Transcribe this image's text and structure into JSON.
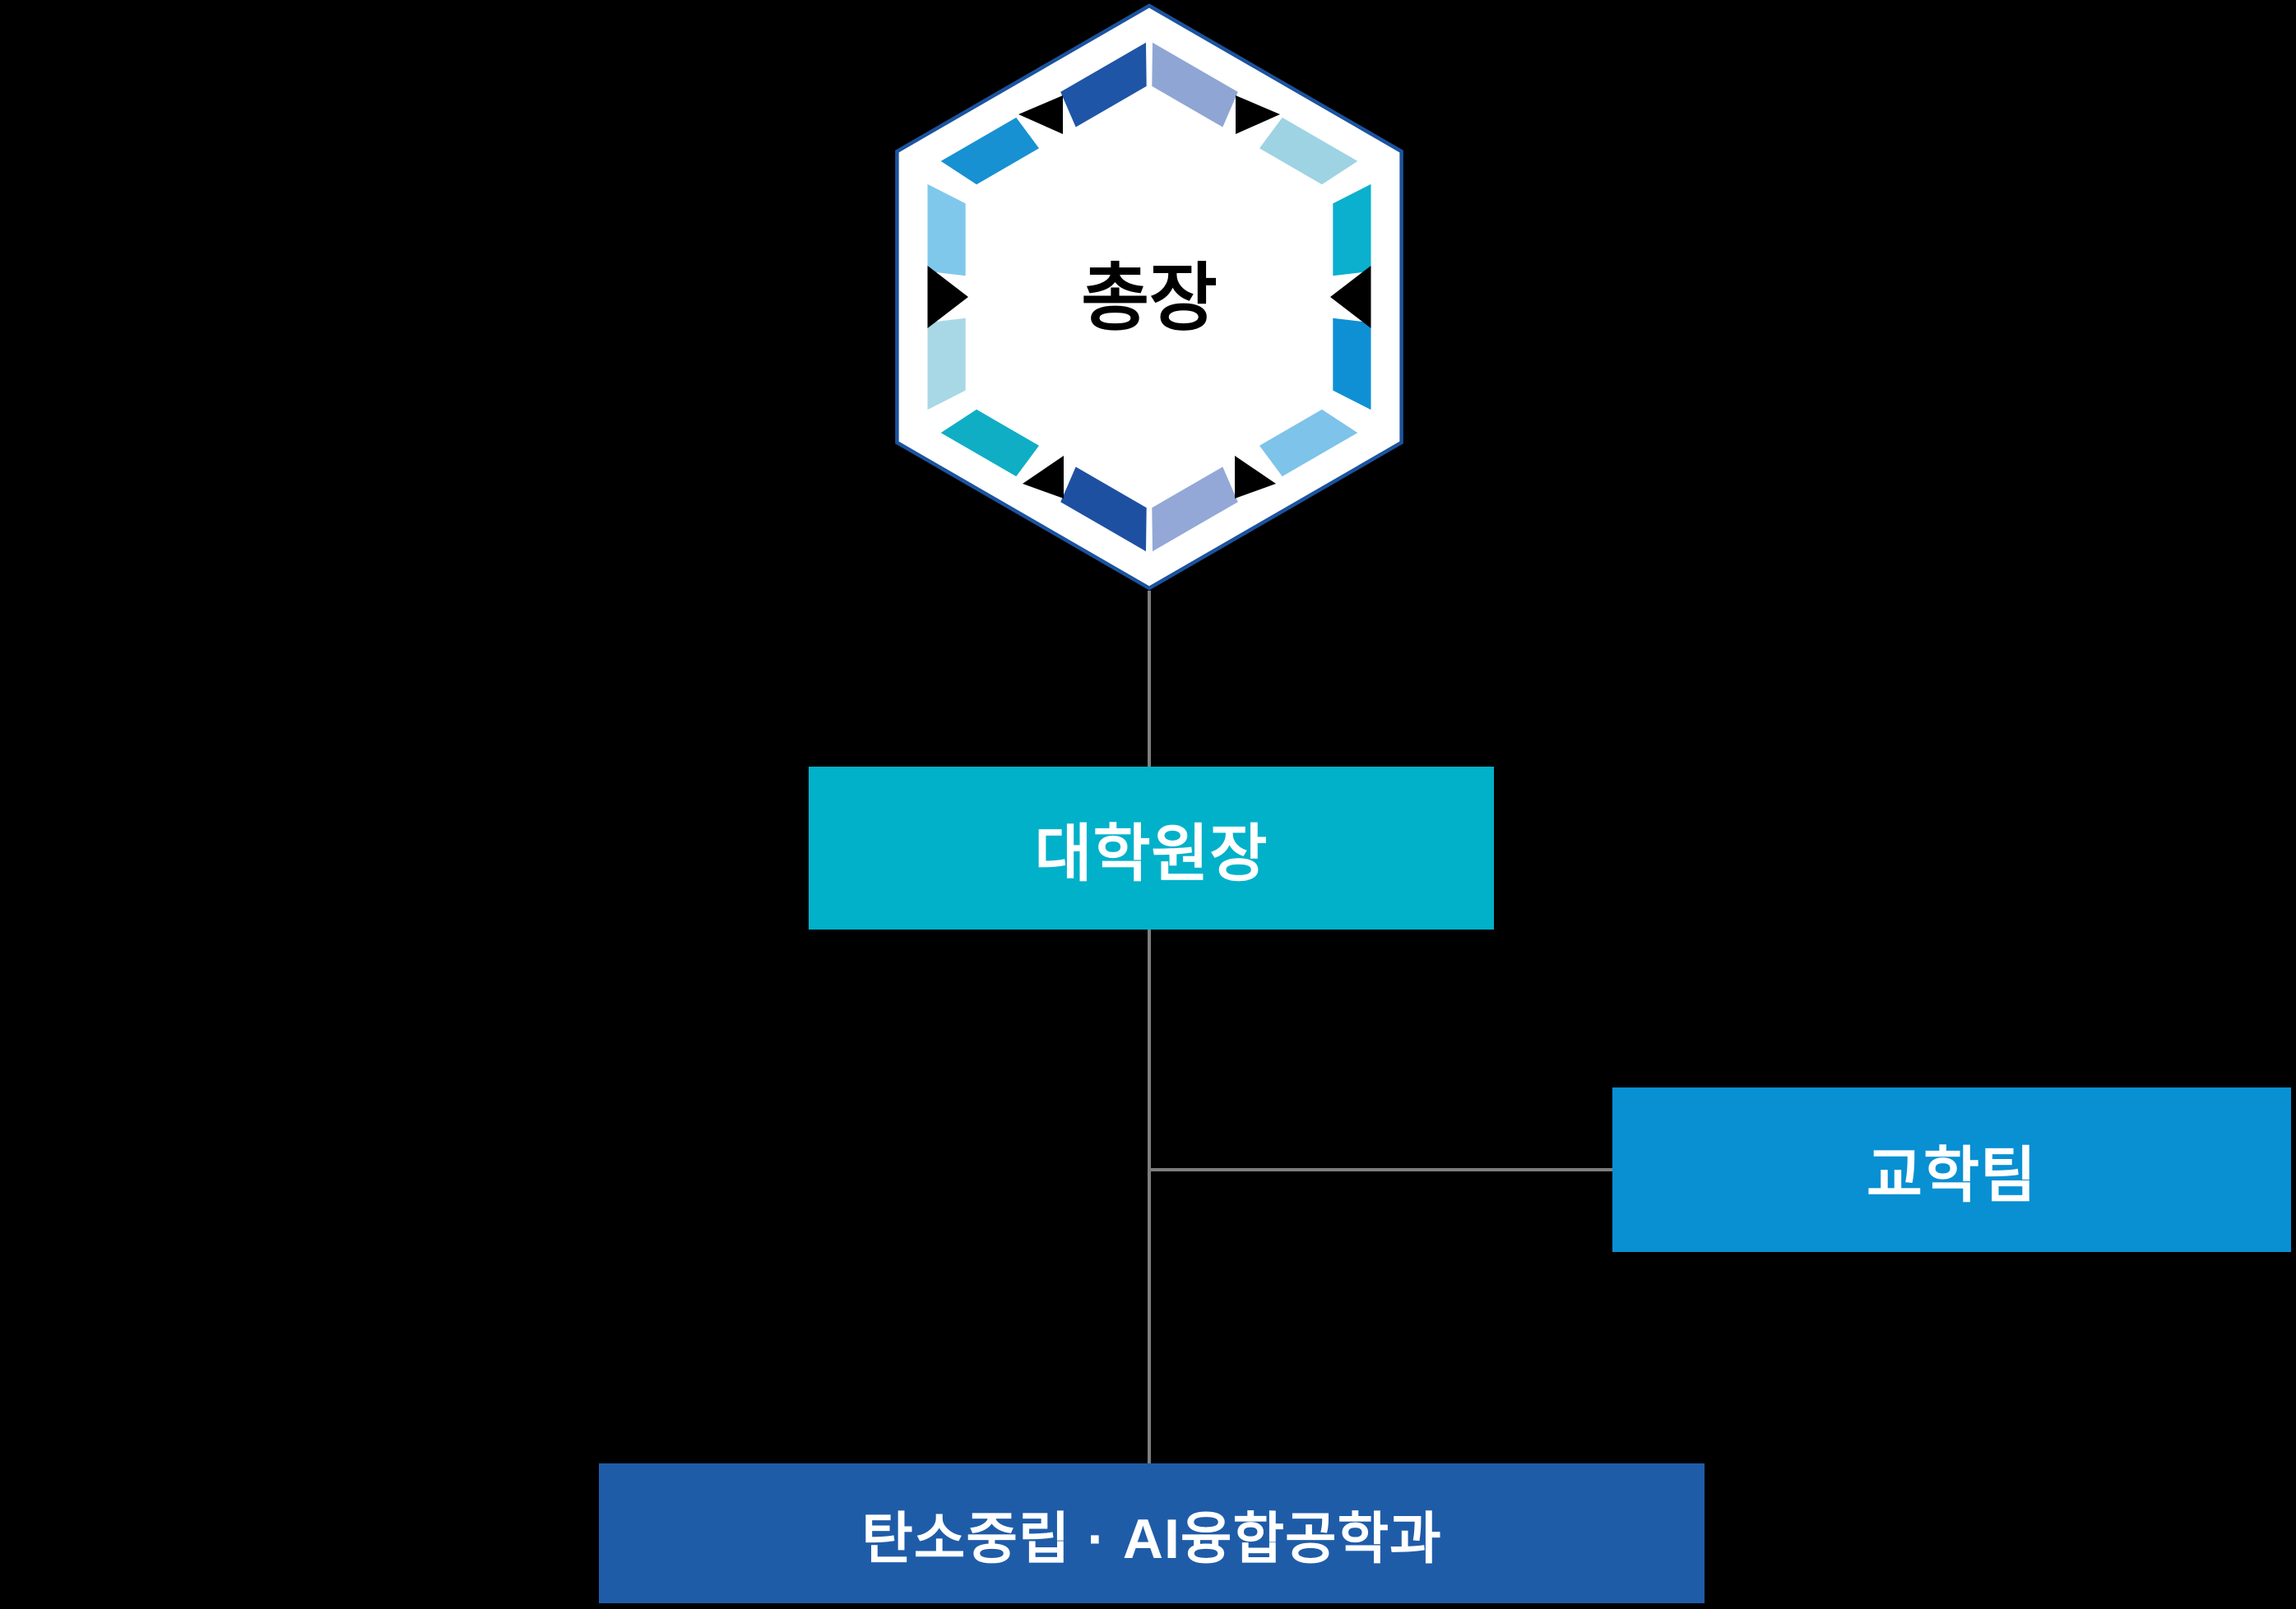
{
  "canvas": {
    "background": "#000000"
  },
  "logo": {
    "label": "총장",
    "shape": "hexagon-emblem",
    "fill": "#FFFFFF",
    "border_color": "#1B539F",
    "text_color": "#000000",
    "notch_color": "#000000",
    "segments": [
      {
        "name": "upper-left-side-lower",
        "color": "#1791D2"
      },
      {
        "name": "upper-left-side-upper",
        "color": "#1E55A6"
      },
      {
        "name": "upper-right-side-upper",
        "color": "#8FA6D4"
      },
      {
        "name": "upper-right-side-lower",
        "color": "#9ED3E3"
      },
      {
        "name": "right-side-upper",
        "color": "#0AB0CD"
      },
      {
        "name": "right-side-lower",
        "color": "#1090D4"
      },
      {
        "name": "lower-right-side-upper",
        "color": "#7EC3EA"
      },
      {
        "name": "lower-right-side-lower",
        "color": "#93A8D6"
      },
      {
        "name": "lower-left-side-right",
        "color": "#1E50A2"
      },
      {
        "name": "lower-left-side-left",
        "color": "#0FAEC4"
      },
      {
        "name": "left-side-lower",
        "color": "#A8D8E5"
      },
      {
        "name": "left-side-upper",
        "color": "#7FC8EC"
      }
    ]
  },
  "nodes": {
    "president": {
      "label": "총장"
    },
    "dean": {
      "label": "대학원장",
      "bg_color": "#00B1C9",
      "text_color": "#FFFFFF"
    },
    "academic_team": {
      "label": "교학팀",
      "bg_color": "#0890D3",
      "text_color": "#FFFFFF"
    },
    "department": {
      "label": "탄소중립 · AI융합공학과",
      "bg_color": "#1F5CA8",
      "text_color": "#FFFFFF"
    }
  },
  "connectors": {
    "color": "#7D7D7D",
    "edges": [
      {
        "from": "총장",
        "to": "대학원장"
      },
      {
        "from": "대학원장",
        "to": "교학팀"
      },
      {
        "from": "대학원장",
        "to": "탄소중립 · AI융합공학과"
      }
    ]
  }
}
